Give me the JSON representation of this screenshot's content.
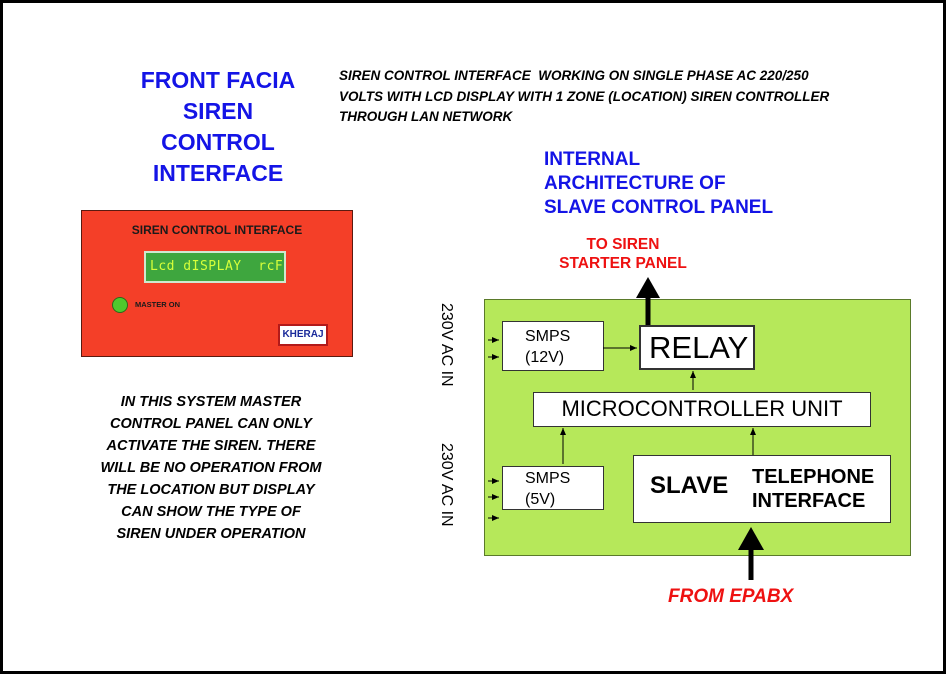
{
  "front_facia": {
    "title_lines": [
      "FRONT FACIA",
      "SIREN",
      "CONTROL",
      "INTERFACE"
    ]
  },
  "description_lines": [
    "SIREN CONTROL INTERFACE  WORKING ON SINGLE PHASE AC 220/250",
    "VOLTS WITH LCD DISPLAY WITH 1 ZONE (LOCATION) SIREN CONTROLLER",
    "THROUGH LAN NETWORK"
  ],
  "panel": {
    "label": "SIREN CONTROL INTERFACE",
    "lcd_text": "Lcd dISPLAY  rcF",
    "led_label": "MASTER ON",
    "brand": "KHERAJ",
    "colors": {
      "panel": "#f43f28",
      "lcd": "#3ea63e",
      "led": "#4fc82d"
    }
  },
  "note_lines": [
    "IN THIS SYSTEM MASTER",
    "CONTROL PANEL CAN ONLY",
    "ACTIVATE THE SIREN. THERE",
    "WILL BE NO OPERATION FROM",
    "THE LOCATION BUT DISPLAY",
    "CAN SHOW THE TYPE OF",
    "SIREN UNDER OPERATION"
  ],
  "architecture": {
    "title_lines": [
      "INTERNAL",
      "ARCHITECTURE OF",
      "SLAVE CONTROL PANEL"
    ],
    "to_siren_lines": [
      "TO SIREN",
      "STARTER PANEL"
    ],
    "from_epabx": "FROM EPABX",
    "ac_in_top": "230V AC IN",
    "ac_in_bottom": "230V AC IN",
    "smps_12v": {
      "line1": "SMPS",
      "line2": "(12V)"
    },
    "smps_5v": {
      "line1": "SMPS",
      "line2": "(5V)"
    },
    "relay": "RELAY",
    "mcu": "MICROCONTROLLER UNIT",
    "slave": "SLAVE",
    "telephone_lines": [
      "TELEPHONE",
      "INTERFACE"
    ],
    "colors": {
      "panel": "#b6e85a",
      "title": "#1414e6",
      "alert": "#ee1111"
    }
  }
}
